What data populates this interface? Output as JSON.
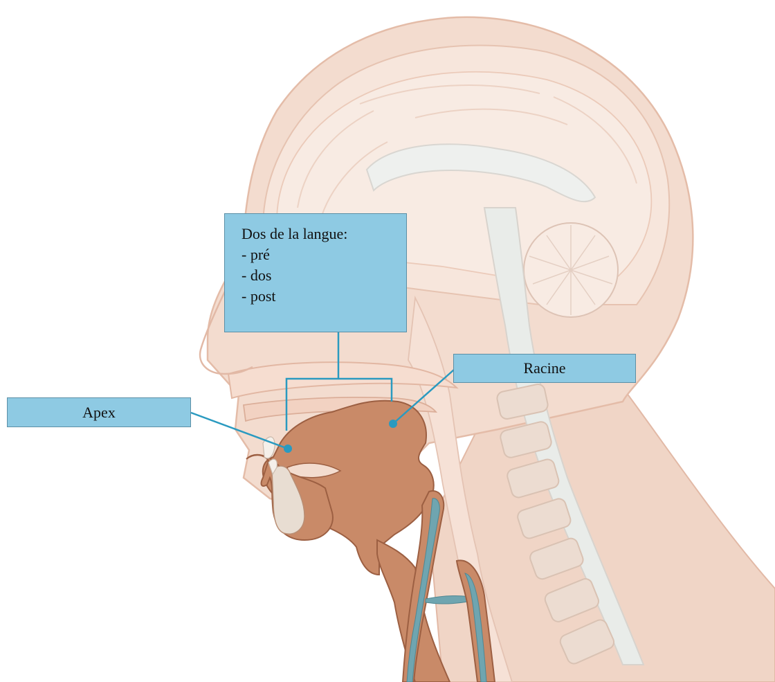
{
  "labels": {
    "dos": {
      "title": "Dos de la langue:",
      "items": [
        "- pré",
        "- dos",
        "- post"
      ]
    },
    "racine": "Racine",
    "apex": "Apex"
  },
  "colors": {
    "label_fill": "#8ecae3",
    "label_border": "#5b8fa6",
    "leader_line": "#2a9ac0",
    "tongue": "#c98a68",
    "skin": "#f0d3c3",
    "airway": "#6fa5b0"
  }
}
